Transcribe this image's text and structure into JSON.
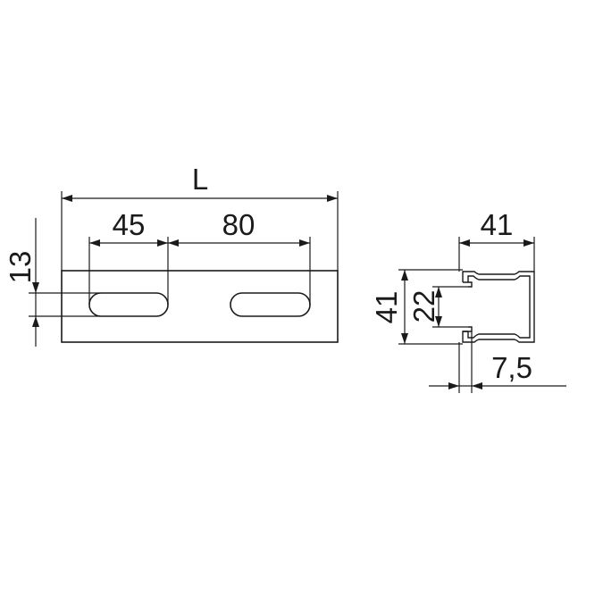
{
  "side_view": {
    "length_label": "L",
    "slot_offset_label": "45",
    "slot_pitch_label": "80",
    "slot_height_label": "13"
  },
  "profile_view": {
    "width_label": "41",
    "height_label": "41",
    "opening_label": "22",
    "lip_label": "7,5"
  },
  "colors": {
    "line": "#1a1a1a",
    "background": "#ffffff"
  }
}
